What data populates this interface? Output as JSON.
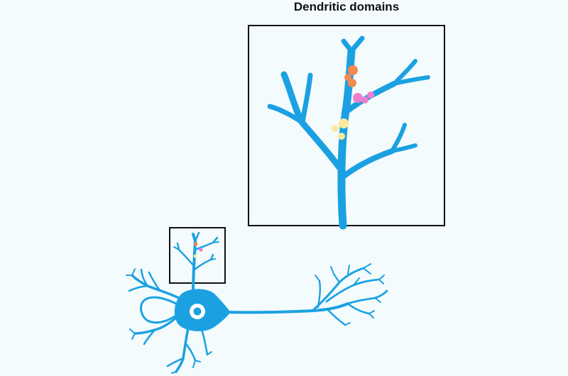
{
  "diagram": {
    "title": "Dendritic domains"
  },
  "colors": {
    "background": "#f4fbfd",
    "neuron": "#1ba1e2",
    "nucleus_ring": "#ffffff",
    "frame": "#111111",
    "cluster_orange": "#f5894f",
    "cluster_pink": "#ee7fd0",
    "cluster_yellow": "#fbe99a"
  },
  "elements": {
    "neuron": "neuron-cell",
    "soma": "cell-body",
    "nucleus": "nucleus",
    "axon": "axon",
    "inset": "magnified-dendrite",
    "clusters": [
      "orange-synapse-cluster",
      "pink-synapse-cluster",
      "yellow-synapse-cluster"
    ]
  }
}
